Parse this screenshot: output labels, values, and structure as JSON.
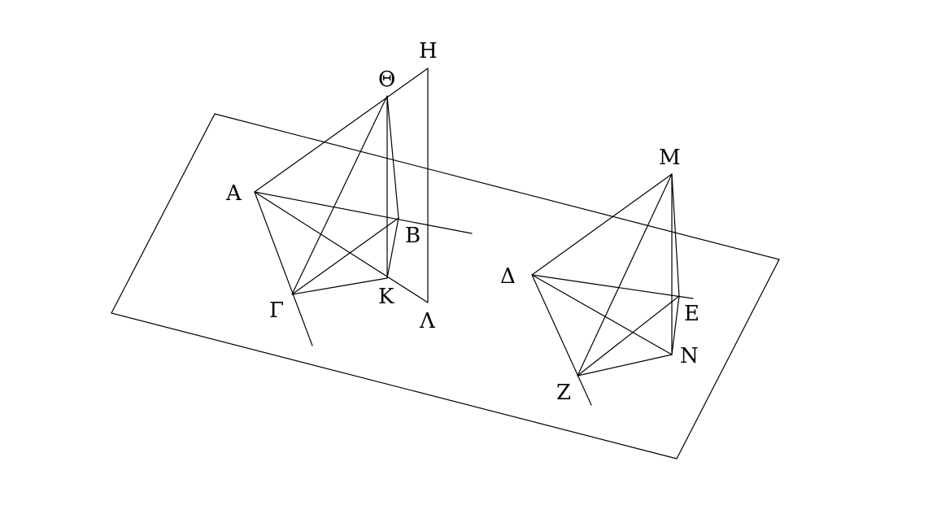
{
  "diagram": {
    "labels": {
      "H": "Η",
      "Theta": "Θ",
      "A": "Α",
      "B": "Β",
      "Gamma": "Γ",
      "K": "Κ",
      "Lambda": "Λ",
      "M": "Μ",
      "Delta": "Δ",
      "E": "Ε",
      "N": "Ν",
      "Z": "Ζ"
    },
    "colors": {
      "stroke": "#000000",
      "background": "#ffffff"
    }
  }
}
